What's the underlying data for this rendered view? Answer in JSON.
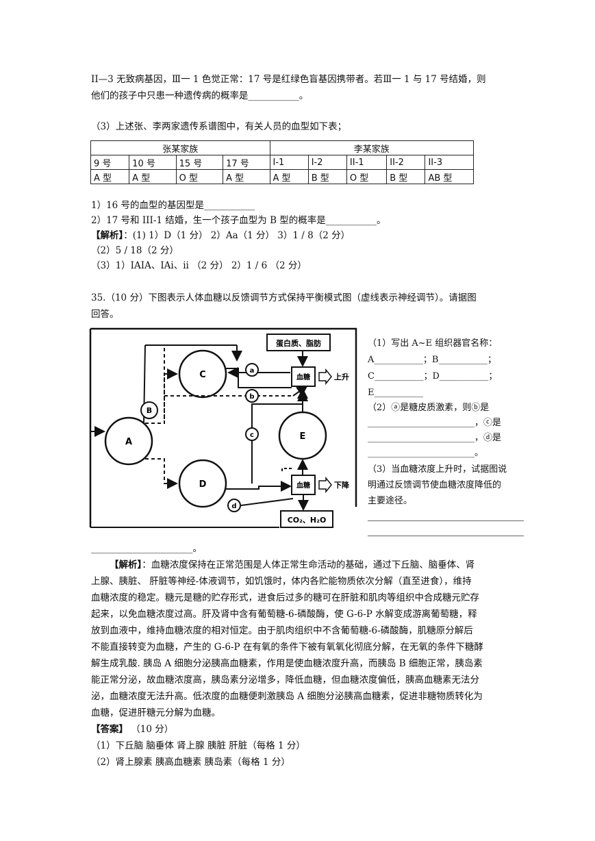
{
  "intro": {
    "line1": "II—3 无致病基因，Ⅲ一 1 色觉正常：17 号是红绿色盲基因携带者。若Ⅲ一 1 与 17 号结婚，则",
    "line2": "他们的孩子中只患一种遗传病的概率是___________。"
  },
  "q3_intro": "（3）上述张、李两家遗传系谱图中，有关人员的血型如下表；",
  "blood_table": {
    "family_zhang": "张某家族",
    "family_li": "李某家族",
    "ids": [
      "9 号",
      "10 号",
      "15 号",
      "17 号",
      "I-1",
      "I-2",
      "II-1",
      "II-2",
      "II-3"
    ],
    "types": [
      "A 型",
      "A 型",
      "O 型",
      "A 型",
      "A 型",
      "B 型",
      "O 型",
      "B 型",
      "AB 型"
    ]
  },
  "q3_1": "1）16 号的血型的基因型是___________",
  "q3_2": "2）17 号和 III-1 结婚，生一个孩子血型为 B 型的概率是___________。",
  "analysis1": {
    "label": "【解析】",
    "l1": "：(1) 1）D（1 分）   2）Aa（1 分）   3）1 / 8（2 分）",
    "l2": "（2）5 / 18（2 分）",
    "l3": "（3）1）IAIA、IAi、ii （2 分）   2）1 / 6  （2 分）"
  },
  "q35": {
    "l1": "35.（10 分）下图表示人体血糖以反馈调节方式保持平衡模式图（虚线表示神经调节）。请据图",
    "l2": "回答。"
  },
  "figure": {
    "node_A": "A",
    "node_B": "B",
    "node_C": "C",
    "node_D": "D",
    "node_E": "E",
    "circ_a": "a",
    "circ_b": "b",
    "circ_c": "c",
    "circ_d": "d",
    "box_top": "蛋白质、脂肪",
    "box_glucose_up": "血糖",
    "up_label": "上升",
    "box_glucose_down": "血糖",
    "down_label": "下降",
    "box_bottom": "CO₂、H₂O"
  },
  "right_questions": {
    "q1": "（1）写出 A~E 组织器官名称：",
    "q1_a": "A___________；B___________；",
    "q1_c": "C___________；D___________；",
    "q1_e": "E___________",
    "q2_a": "（2）ⓐ是糖皮质激素，则ⓑ是",
    "q2_b": "________________________，ⓒ是",
    "q2_c": "________________________，ⓓ是",
    "q2_d": "________________________。",
    "q3_l1": "（3）当血糖浓度上升时，试据图说",
    "q3_l2": "明通过反馈调节使血糖浓度降低的",
    "q3_l3": "主要途径。"
  },
  "answer_line_end": "______________________。",
  "analysis2": {
    "label": "【解析】",
    "l1": "：血糖浓度保持在正常范围是人体正常生命活动的基础，通过下丘脑、脑垂体、肾",
    "l2": "上腺、胰脏、 肝脏等神经-体液调节，如饥饿时，体内各贮能物质依次分解（直至进食），维持",
    "l3": "血糖浓度的稳定。糖元是糖的贮存形式，进食后过多的糖可在肝脏和肌肉等组织中合成糖元贮存",
    "l4": "起来，以免血糖浓度过高。肝及肾中含有葡萄糖-6-磷酸酶，使 G-6-P 水解变成游离葡萄糖，释",
    "l5": "放到血液中，维持血糖浓度的相对恒定。由于肌肉组织中不含葡萄糖-6-磷酸酶，肌糖原分解后",
    "l6": "不能直接转变为血糖，产生的 G-6-P 在有氧的条件下被有氧氧化彻底分解，在无氧的条件下糖酵",
    "l7": "解生成乳酸. 胰岛 A 细胞分泌胰高血糖素，作用是使血糖浓度升高，而胰岛 B 细胞正常，胰岛素",
    "l8": "能正常分泌，故血糖浓度高，胰岛素分泌增多，降低血糖，但血糖浓度偏低，胰高血糖素无法分",
    "l9": "泌，血糖浓度无法升高。低浓度的血糖便刺激胰岛 A 细胞分泌胰高血糖素，促进非糖物质转化为",
    "l10": "血糖，促进肝糖元分解为血糖。"
  },
  "answer": {
    "label": "【答案】",
    "score": " （10 分）",
    "l1": "（1）下丘脑   脑垂体   肾上腺   胰脏   肝脏（每格 1 分）",
    "l2": "（2）肾上腺素   胰高血糖素   胰岛素（每格 1 分）"
  }
}
